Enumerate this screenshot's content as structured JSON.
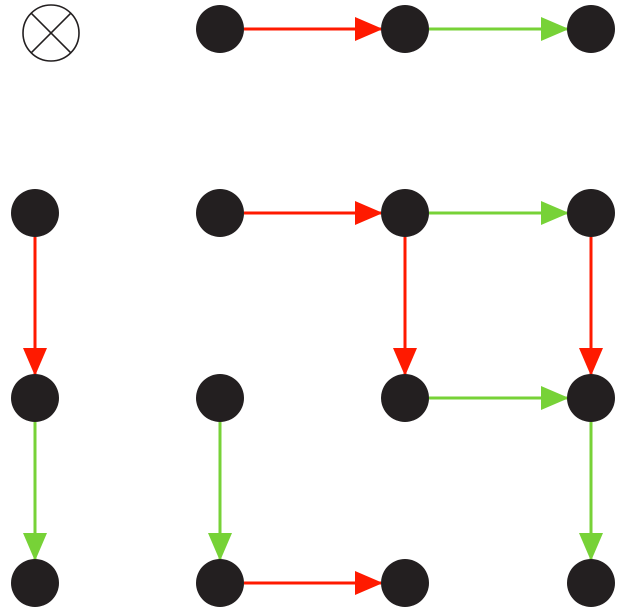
{
  "diagram": {
    "colors": {
      "node": "#231f20",
      "red_arrow": "#ff1a00",
      "green_arrow": "#77d237",
      "tensor_symbol_stroke": "#231f20",
      "background": "#ffffff"
    },
    "symbol": {
      "icon": "circled-times-icon"
    },
    "nodes": [
      {
        "id": "a1"
      },
      {
        "id": "a2"
      },
      {
        "id": "a3"
      },
      {
        "id": "b1"
      },
      {
        "id": "b2"
      },
      {
        "id": "b3"
      },
      {
        "id": "b4"
      },
      {
        "id": "c1"
      },
      {
        "id": "c2"
      },
      {
        "id": "c3"
      },
      {
        "id": "c4"
      },
      {
        "id": "d1"
      },
      {
        "id": "d2"
      },
      {
        "id": "d3"
      },
      {
        "id": "d4"
      }
    ],
    "edges": [
      {
        "from": "a1",
        "to": "a2",
        "color": "red"
      },
      {
        "from": "a2",
        "to": "a3",
        "color": "green"
      },
      {
        "from": "b2",
        "to": "b3",
        "color": "red"
      },
      {
        "from": "b3",
        "to": "b4",
        "color": "green"
      },
      {
        "from": "b1",
        "to": "c1",
        "color": "red"
      },
      {
        "from": "c1",
        "to": "d1",
        "color": "green"
      },
      {
        "from": "b3",
        "to": "c3",
        "color": "red"
      },
      {
        "from": "b4",
        "to": "c4",
        "color": "red"
      },
      {
        "from": "c3",
        "to": "c4",
        "color": "green"
      },
      {
        "from": "c2",
        "to": "d2",
        "color": "green"
      },
      {
        "from": "c4",
        "to": "d4",
        "color": "green"
      },
      {
        "from": "d2",
        "to": "d3",
        "color": "red"
      }
    ]
  }
}
